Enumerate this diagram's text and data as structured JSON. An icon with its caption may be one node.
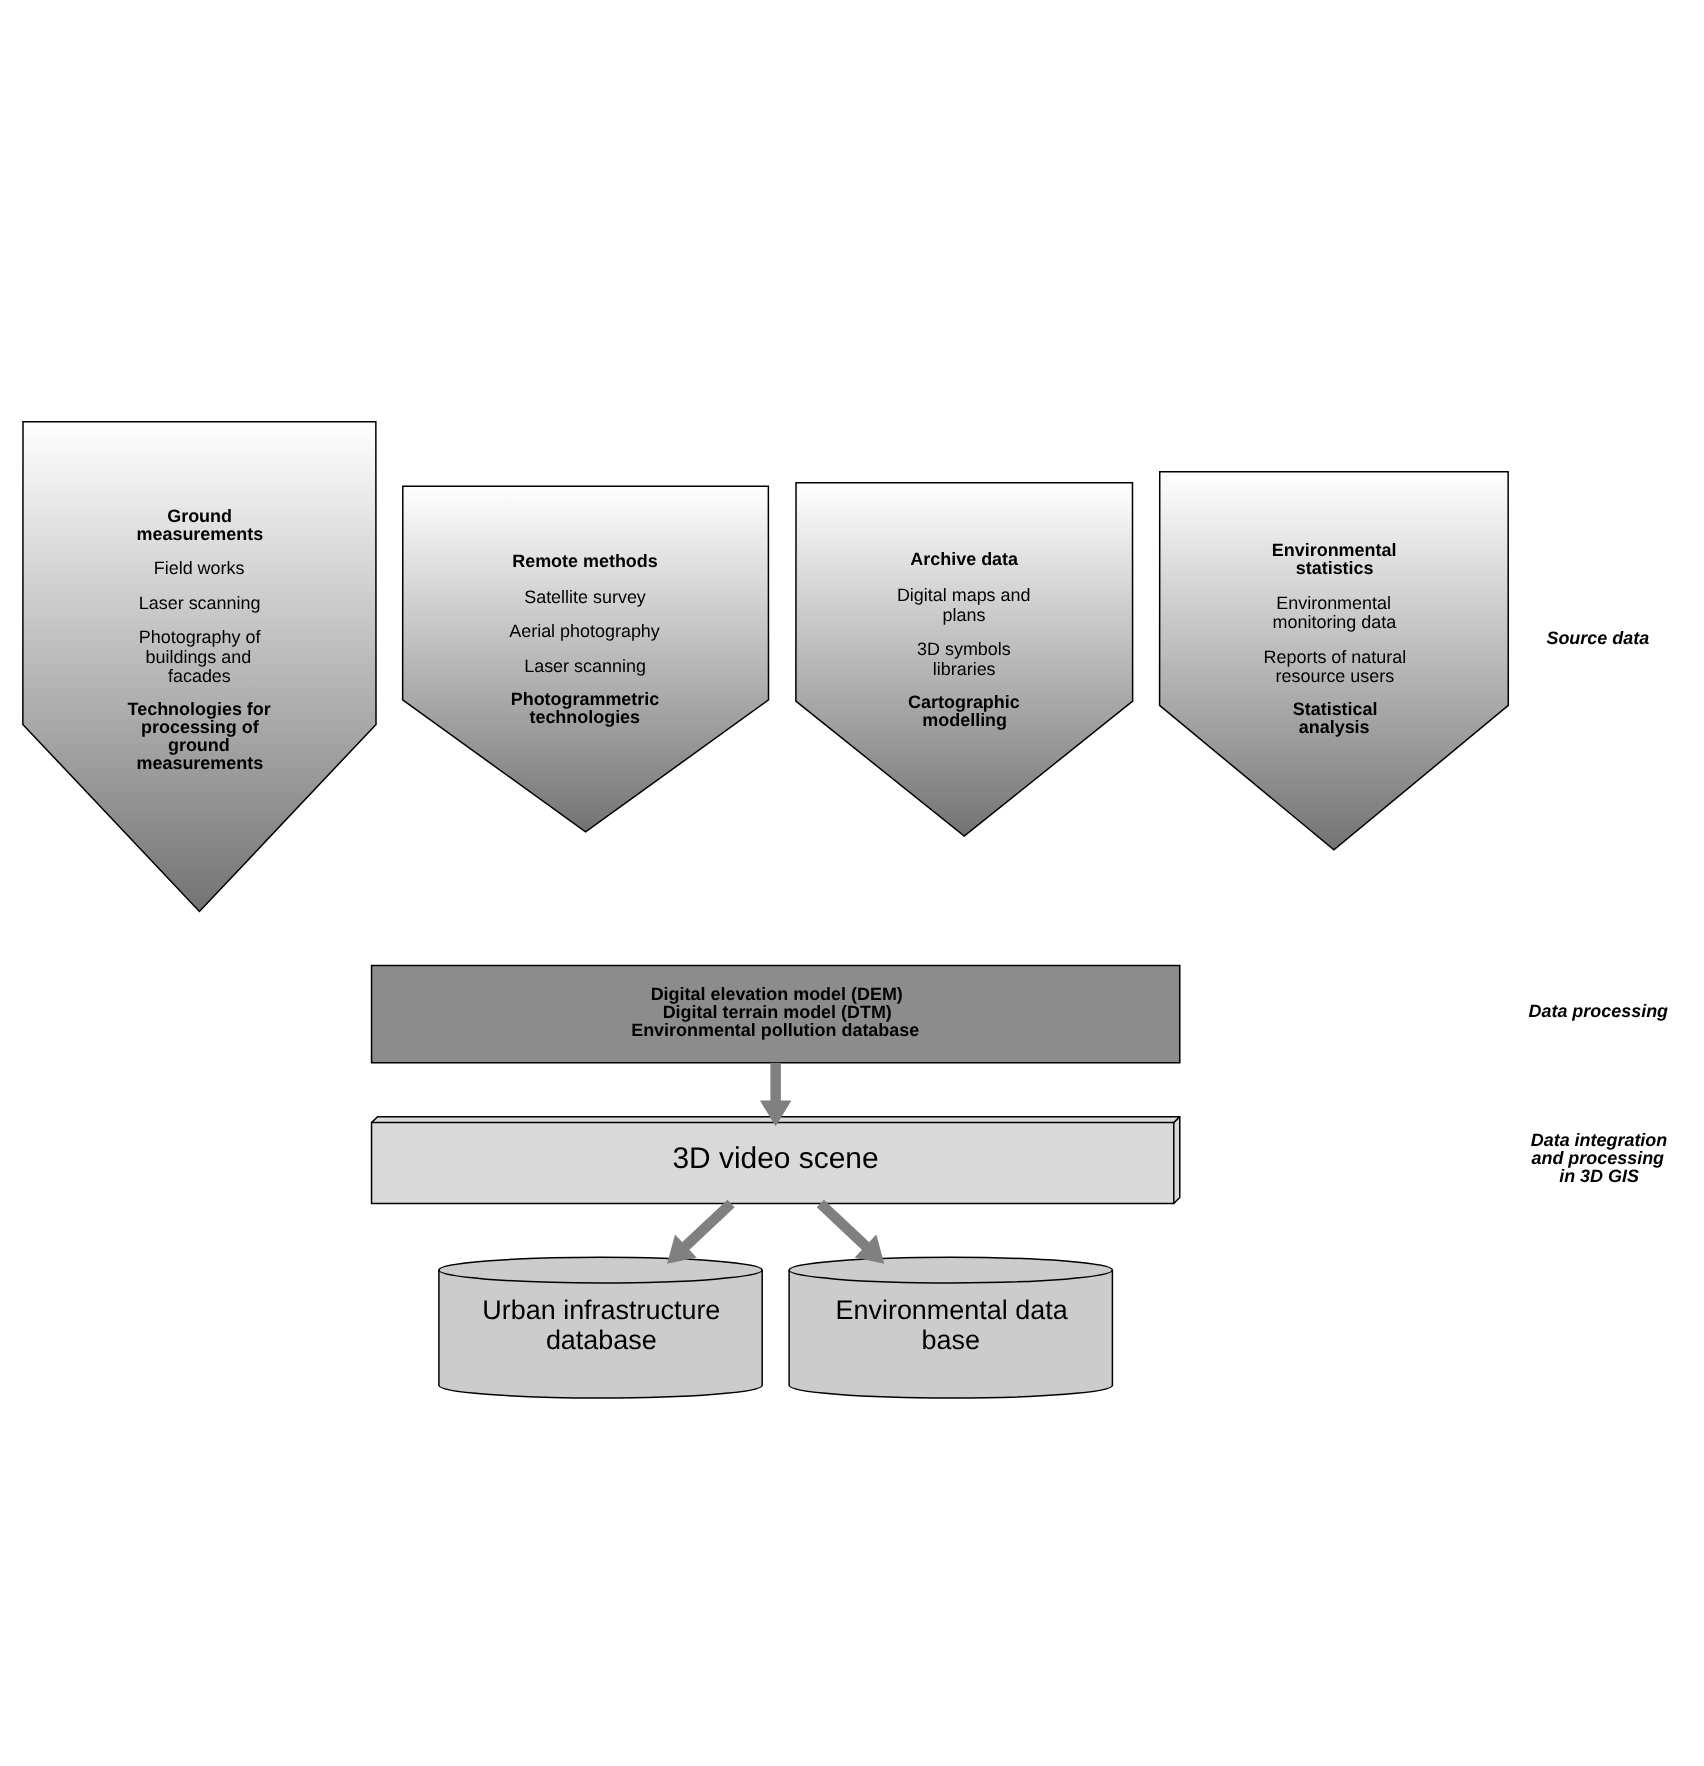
{
  "diagram": {
    "nodes": [
      {
        "text": [
          "Ground measurements",
          "Field works",
          "Laser scanning",
          "Photography of buildings and facades",
          "Technologies for processing of ground measurements"
        ]
      },
      {
        "text": [
          "Remote methods",
          "Satellite survey",
          "Aerial photography",
          "Laser scanning",
          "Photogrammetric technologies"
        ]
      },
      {
        "text": [
          "Archive data",
          "Digital maps and plans",
          "3D symbols libraries",
          "Cartographic modelling"
        ]
      },
      {
        "text": [
          "Environmental statistics",
          "Environmental monitoring data",
          "Reports of natural resource users",
          "Statistical analysis"
        ]
      },
      {
        "text": [
          "Digital elevation model (DEM) Digital terrain model (DTM) Environmental pollution database"
        ]
      },
      {
        "text": [
          "3D video scene"
        ]
      },
      {
        "text": [
          "Urban infrastructure database"
        ]
      },
      {
        "text": [
          "Environmental data base"
        ]
      }
    ],
    "edges": [
      {
        "from": 4,
        "to": 5,
        "arrow": "to"
      },
      {
        "from": 5,
        "to": 6,
        "arrow": "to"
      },
      {
        "from": 5,
        "to": 7,
        "arrow": "to"
      }
    ],
    "labels": [
      "Source data",
      "Data processing",
      "Data integration and processing in 3D GIS"
    ]
  }
}
